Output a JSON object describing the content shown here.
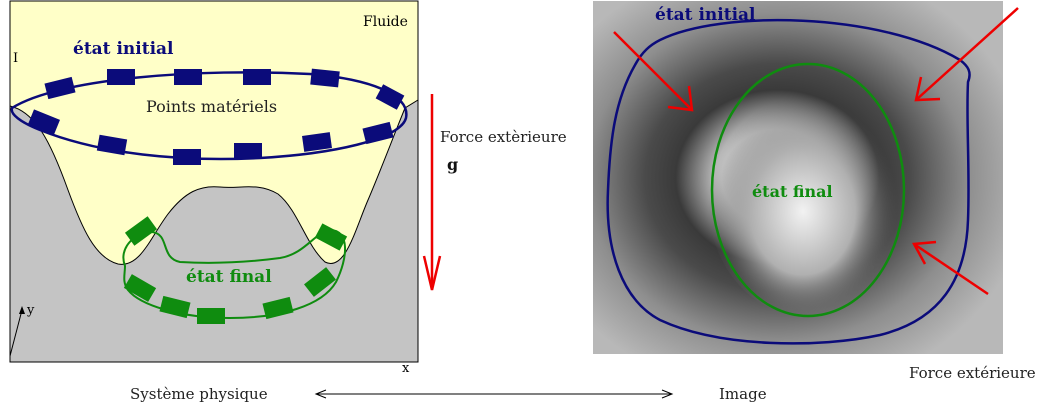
{
  "left_panel": {
    "fluid_label": "Fluide",
    "initial_state_label": "état initial",
    "material_points_label": "Points matériels",
    "final_state_label": "état final",
    "external_force_label": "Force extèrieure",
    "gravity_label": "g",
    "axis_i_label": "I",
    "axis_y_label": "y",
    "axis_x_label": "x"
  },
  "right_panel": {
    "initial_state_label": "état initial",
    "final_state_label": "état final",
    "external_force_label": "Force extérieure"
  },
  "footer": {
    "left_caption": "Système physique",
    "right_caption": "Image"
  },
  "colors": {
    "initial": "#0b0b7a",
    "final": "#0f8c0f",
    "force": "#ee0000",
    "fluid": "#ffffc8",
    "ground": "#c4c4c4"
  }
}
